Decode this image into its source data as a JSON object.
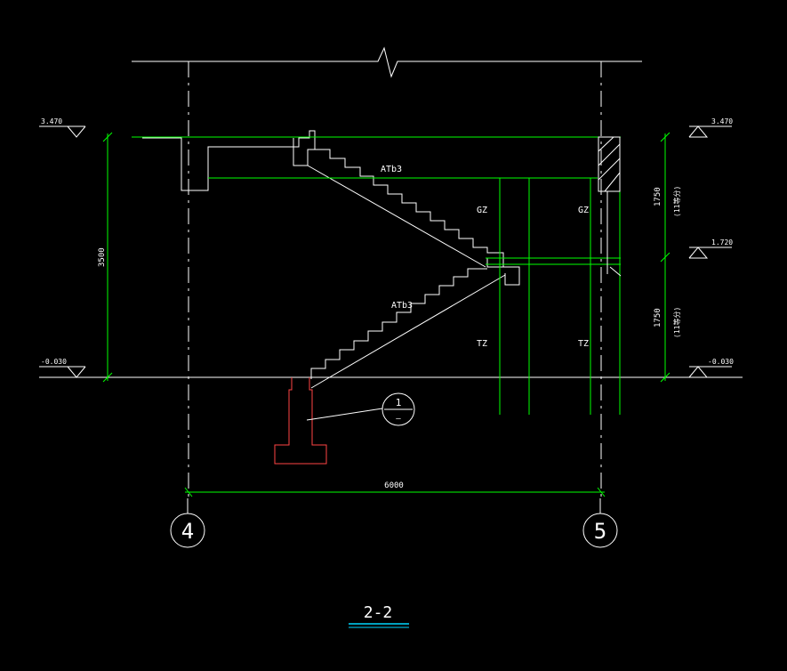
{
  "colors": {
    "background": "#000000",
    "line": "#ffffff",
    "dimension": "#00ff00",
    "foundation": "#ff4444"
  },
  "labels": {
    "elev_top": "3.470",
    "elev_top_right": "3.470",
    "elev_mid": "1.720",
    "elev_bottom": "-0.030",
    "elev_bottom_right": "-0.030",
    "dim_total_height": "3500",
    "dim_span": "6000",
    "dim_upper": "1750",
    "dim_upper_note": "(11等分)",
    "dim_lower": "1750",
    "dim_lower_note": "(11等分)",
    "stair_upper": "ATb3",
    "stair_lower": "ATb3",
    "col_gz_left": "GZ",
    "col_gz_right": "GZ",
    "col_tz_left": "TZ",
    "col_tz_right": "TZ",
    "detail_number": "1",
    "detail_sheet": "—",
    "axis_left": "4",
    "axis_right": "5",
    "section_title": "2-2"
  }
}
